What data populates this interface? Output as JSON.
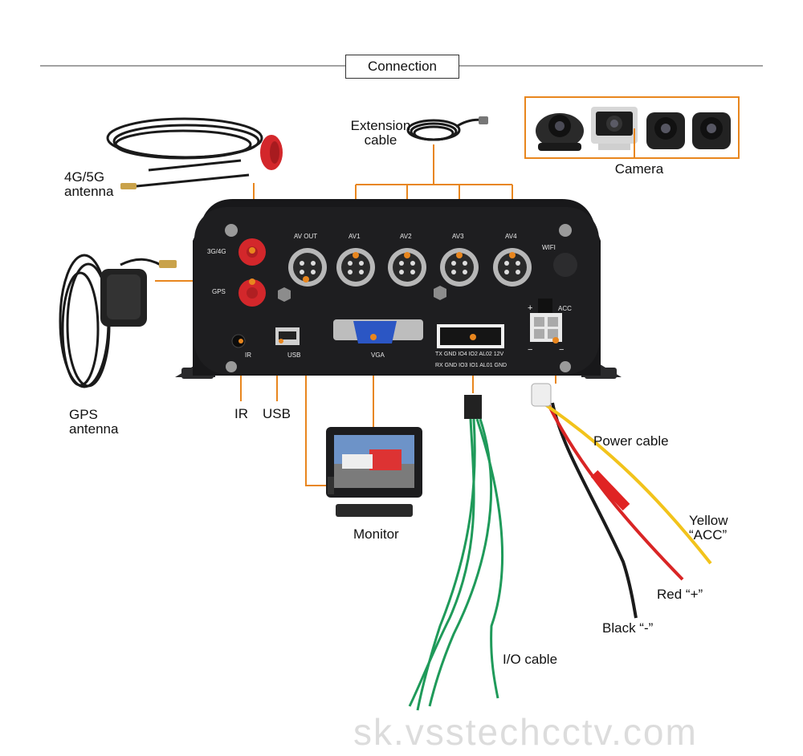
{
  "title": "Connection",
  "labels": {
    "antenna_4g": [
      "4G/5G",
      "antenna"
    ],
    "gps_antenna": [
      "GPS",
      "antenna"
    ],
    "extension_cable": [
      "Extension",
      "cable"
    ],
    "camera": "Camera",
    "ir": "IR",
    "usb": "USB",
    "monitor": "Monitor",
    "power_cable": "Power cable",
    "yellow": [
      "Yellow",
      "“ACC”"
    ],
    "red": "Red “+”",
    "black": "Black “-”",
    "io_cable": "I/O cable"
  },
  "panel": {
    "port_3g4g": "3G/4G",
    "port_gps": "GPS",
    "av_out": "AV OUT",
    "av1": "AV1",
    "av2": "AV2",
    "av3": "AV3",
    "av4": "AV4",
    "wifi": "WIFI",
    "acc": "ACC",
    "plus": "+",
    "minus_left": "−",
    "minus_right": "−",
    "ir": "IR",
    "usb": "USB",
    "vga": "VGA",
    "io_row1": "TX GND IO4 IO2 AL02 12V",
    "io_row2": "RX GND IO3 IO1 AL01 GND"
  },
  "watermark": "sk.vsstechcctv.com",
  "colors": {
    "accent_orange": "#e8861e",
    "device_body": "#1c1c1e",
    "antenna_red": "#d3272b",
    "cable_green": "#1f9a5a",
    "wire_red": "#d92525",
    "wire_yellow": "#f2c31b",
    "wire_black": "#1b1b1b"
  }
}
